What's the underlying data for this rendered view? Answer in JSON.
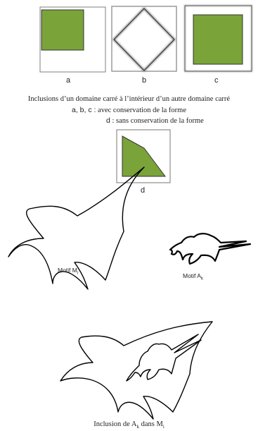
{
  "diagram": {
    "top_boxes": [
      {
        "label": "a"
      },
      {
        "label": "b"
      },
      {
        "label": "c"
      }
    ],
    "caption": {
      "line1": "Inclusions d’un domaine carré à l’intérieur d’un autre domaine carré",
      "line2_prefix": "a, b, c :",
      "line2_text": " avec conservation de la forme",
      "line3_prefix": "d",
      "line3_text": " : sans conservation de la forme"
    },
    "box_d_label": "d",
    "motif_mi": {
      "base": "Motif M",
      "sub": "i"
    },
    "motif_ak": {
      "base": "Motif A",
      "sub": "k"
    },
    "bottom_caption": {
      "t1": "Inclusion de A",
      "s1": "k",
      "t2": " dans  M",
      "s2": "i"
    }
  },
  "colors": {
    "fill_green": "#7aa33a",
    "stroke": "#000000",
    "box_border": "#7f7f7f"
  }
}
